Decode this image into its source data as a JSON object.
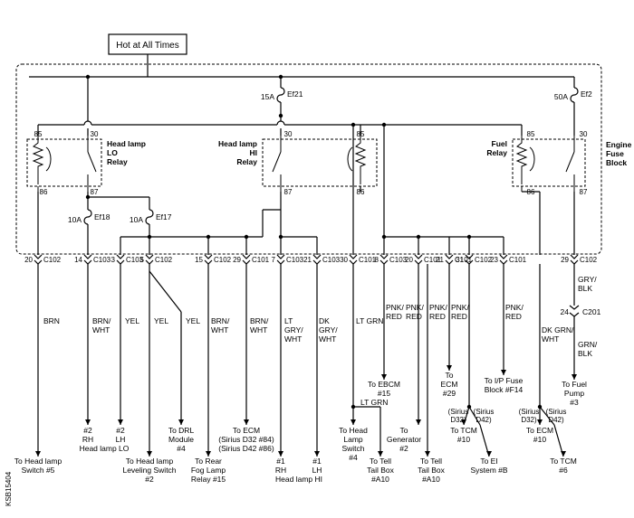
{
  "title_box": "Hot at All Times",
  "side_code": "KSB15404",
  "block_label": [
    "Engine",
    "Fuse",
    "Block"
  ],
  "fuses": [
    {
      "amp": "15A",
      "name": "Ef21"
    },
    {
      "amp": "50A",
      "name": "Ef2"
    },
    {
      "amp": "10A",
      "name": "Ef18"
    },
    {
      "amp": "10A",
      "name": "Ef17"
    }
  ],
  "relays": [
    {
      "name": [
        "Head lamp",
        "LO",
        "Relay"
      ],
      "pins": [
        "85",
        "30",
        "86",
        "87"
      ]
    },
    {
      "name": [
        "Head lamp",
        "HI",
        "Relay"
      ],
      "pins": [
        "30",
        "85",
        "87",
        "86"
      ]
    },
    {
      "name": [
        "Fuel",
        "Relay"
      ],
      "pins": [
        "85",
        "30",
        "86",
        "87"
      ]
    }
  ],
  "connectors": [
    {
      "pin": "20",
      "conn": "C102"
    },
    {
      "pin": "14",
      "conn": "C103"
    },
    {
      "pin": "3",
      "conn": "C103"
    },
    {
      "pin": "5",
      "conn": "C102"
    },
    {
      "pin": "15",
      "conn": "C102"
    },
    {
      "pin": "29",
      "conn": "C101"
    },
    {
      "pin": "7",
      "conn": "C103"
    },
    {
      "pin": "21",
      "conn": "C103"
    },
    {
      "pin": "30",
      "conn": "C101"
    },
    {
      "pin": "8",
      "conn": "C103"
    },
    {
      "pin": "20",
      "conn": "C101"
    },
    {
      "pin": "21",
      "conn": "C101"
    },
    {
      "pin": "31",
      "conn": "C102"
    },
    {
      "pin": "23",
      "conn": "C101"
    },
    {
      "pin": "29",
      "conn": "C102"
    }
  ],
  "wire_colors": [
    [
      "BRN"
    ],
    [
      "BRN/",
      "WHT"
    ],
    [
      "YEL"
    ],
    [
      "YEL"
    ],
    [
      "YEL"
    ],
    [
      "BRN/",
      "WHT"
    ],
    [
      "BRN/",
      "WHT"
    ],
    [
      "LT",
      "GRY/",
      "WHT"
    ],
    [
      "DK",
      "GRY/",
      "WHT"
    ],
    [
      "LT GRN"
    ],
    [
      "PNK/",
      "RED"
    ],
    [
      "PNK/",
      "RED"
    ],
    [
      "PNK/",
      "RED"
    ],
    [
      "PNK/",
      "RED"
    ],
    [
      "PNK/",
      "RED"
    ],
    [
      "DK GRN/",
      "WHT"
    ],
    [
      "GRY/",
      "BLK"
    ],
    [
      "GRN/",
      "BLK"
    ],
    [
      "LT GRN"
    ]
  ],
  "c201": {
    "pin": "24",
    "conn": "C201"
  },
  "destinations": [
    [
      "To Head lamp",
      "Switch #5"
    ],
    [
      "#2",
      "RH"
    ],
    [
      "#2",
      "LH"
    ],
    [
      "Head lamp LO"
    ],
    [
      "To DRL",
      "Module",
      "#4"
    ],
    [
      "To Head lamp",
      "Leveling Switch",
      "#2"
    ],
    [
      "To Rear",
      "Fog Lamp",
      "Relay #15"
    ],
    [
      "To ECM",
      "(Sirius D32 #84)",
      "(Sirius D42 #86)"
    ],
    [
      "#1",
      "RH"
    ],
    [
      "#1",
      "LH"
    ],
    [
      "Head lamp HI"
    ],
    [
      "To EBCM",
      "#15"
    ],
    [
      "To Head",
      "Lamp",
      "Switch",
      "#4"
    ],
    [
      "To Tell",
      "Tail Box",
      "#A10"
    ],
    [
      "To",
      "Generator",
      "#2"
    ],
    [
      "To Tell",
      "Tail Box",
      "#A10"
    ],
    [
      "To",
      "ECM",
      "#29"
    ],
    [
      "(Sirius",
      "D32)"
    ],
    [
      "(Sirius",
      "D42)"
    ],
    [
      "To TCM",
      "#10"
    ],
    [
      "To EI",
      "System #B"
    ],
    [
      "To I/P Fuse",
      "Block #F14"
    ],
    [
      "(Sirius",
      "D32)"
    ],
    [
      "(Sirius",
      "D42)"
    ],
    [
      "To ECM",
      "#10"
    ],
    [
      "To TCM",
      "#6"
    ],
    [
      "To Fuel",
      "Pump",
      "#3"
    ]
  ]
}
